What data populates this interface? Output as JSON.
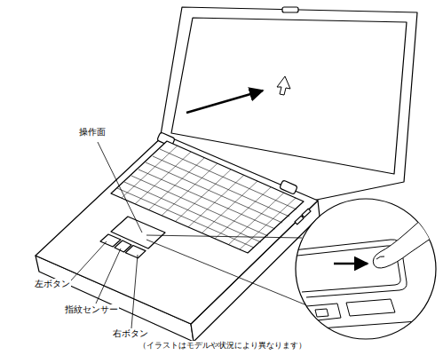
{
  "diagram": {
    "caption": "（イラストはモデルや状況により異なります）",
    "labels": [
      "操作面",
      "左ボタン",
      "指紋センサー",
      "右ボタン"
    ]
  }
}
